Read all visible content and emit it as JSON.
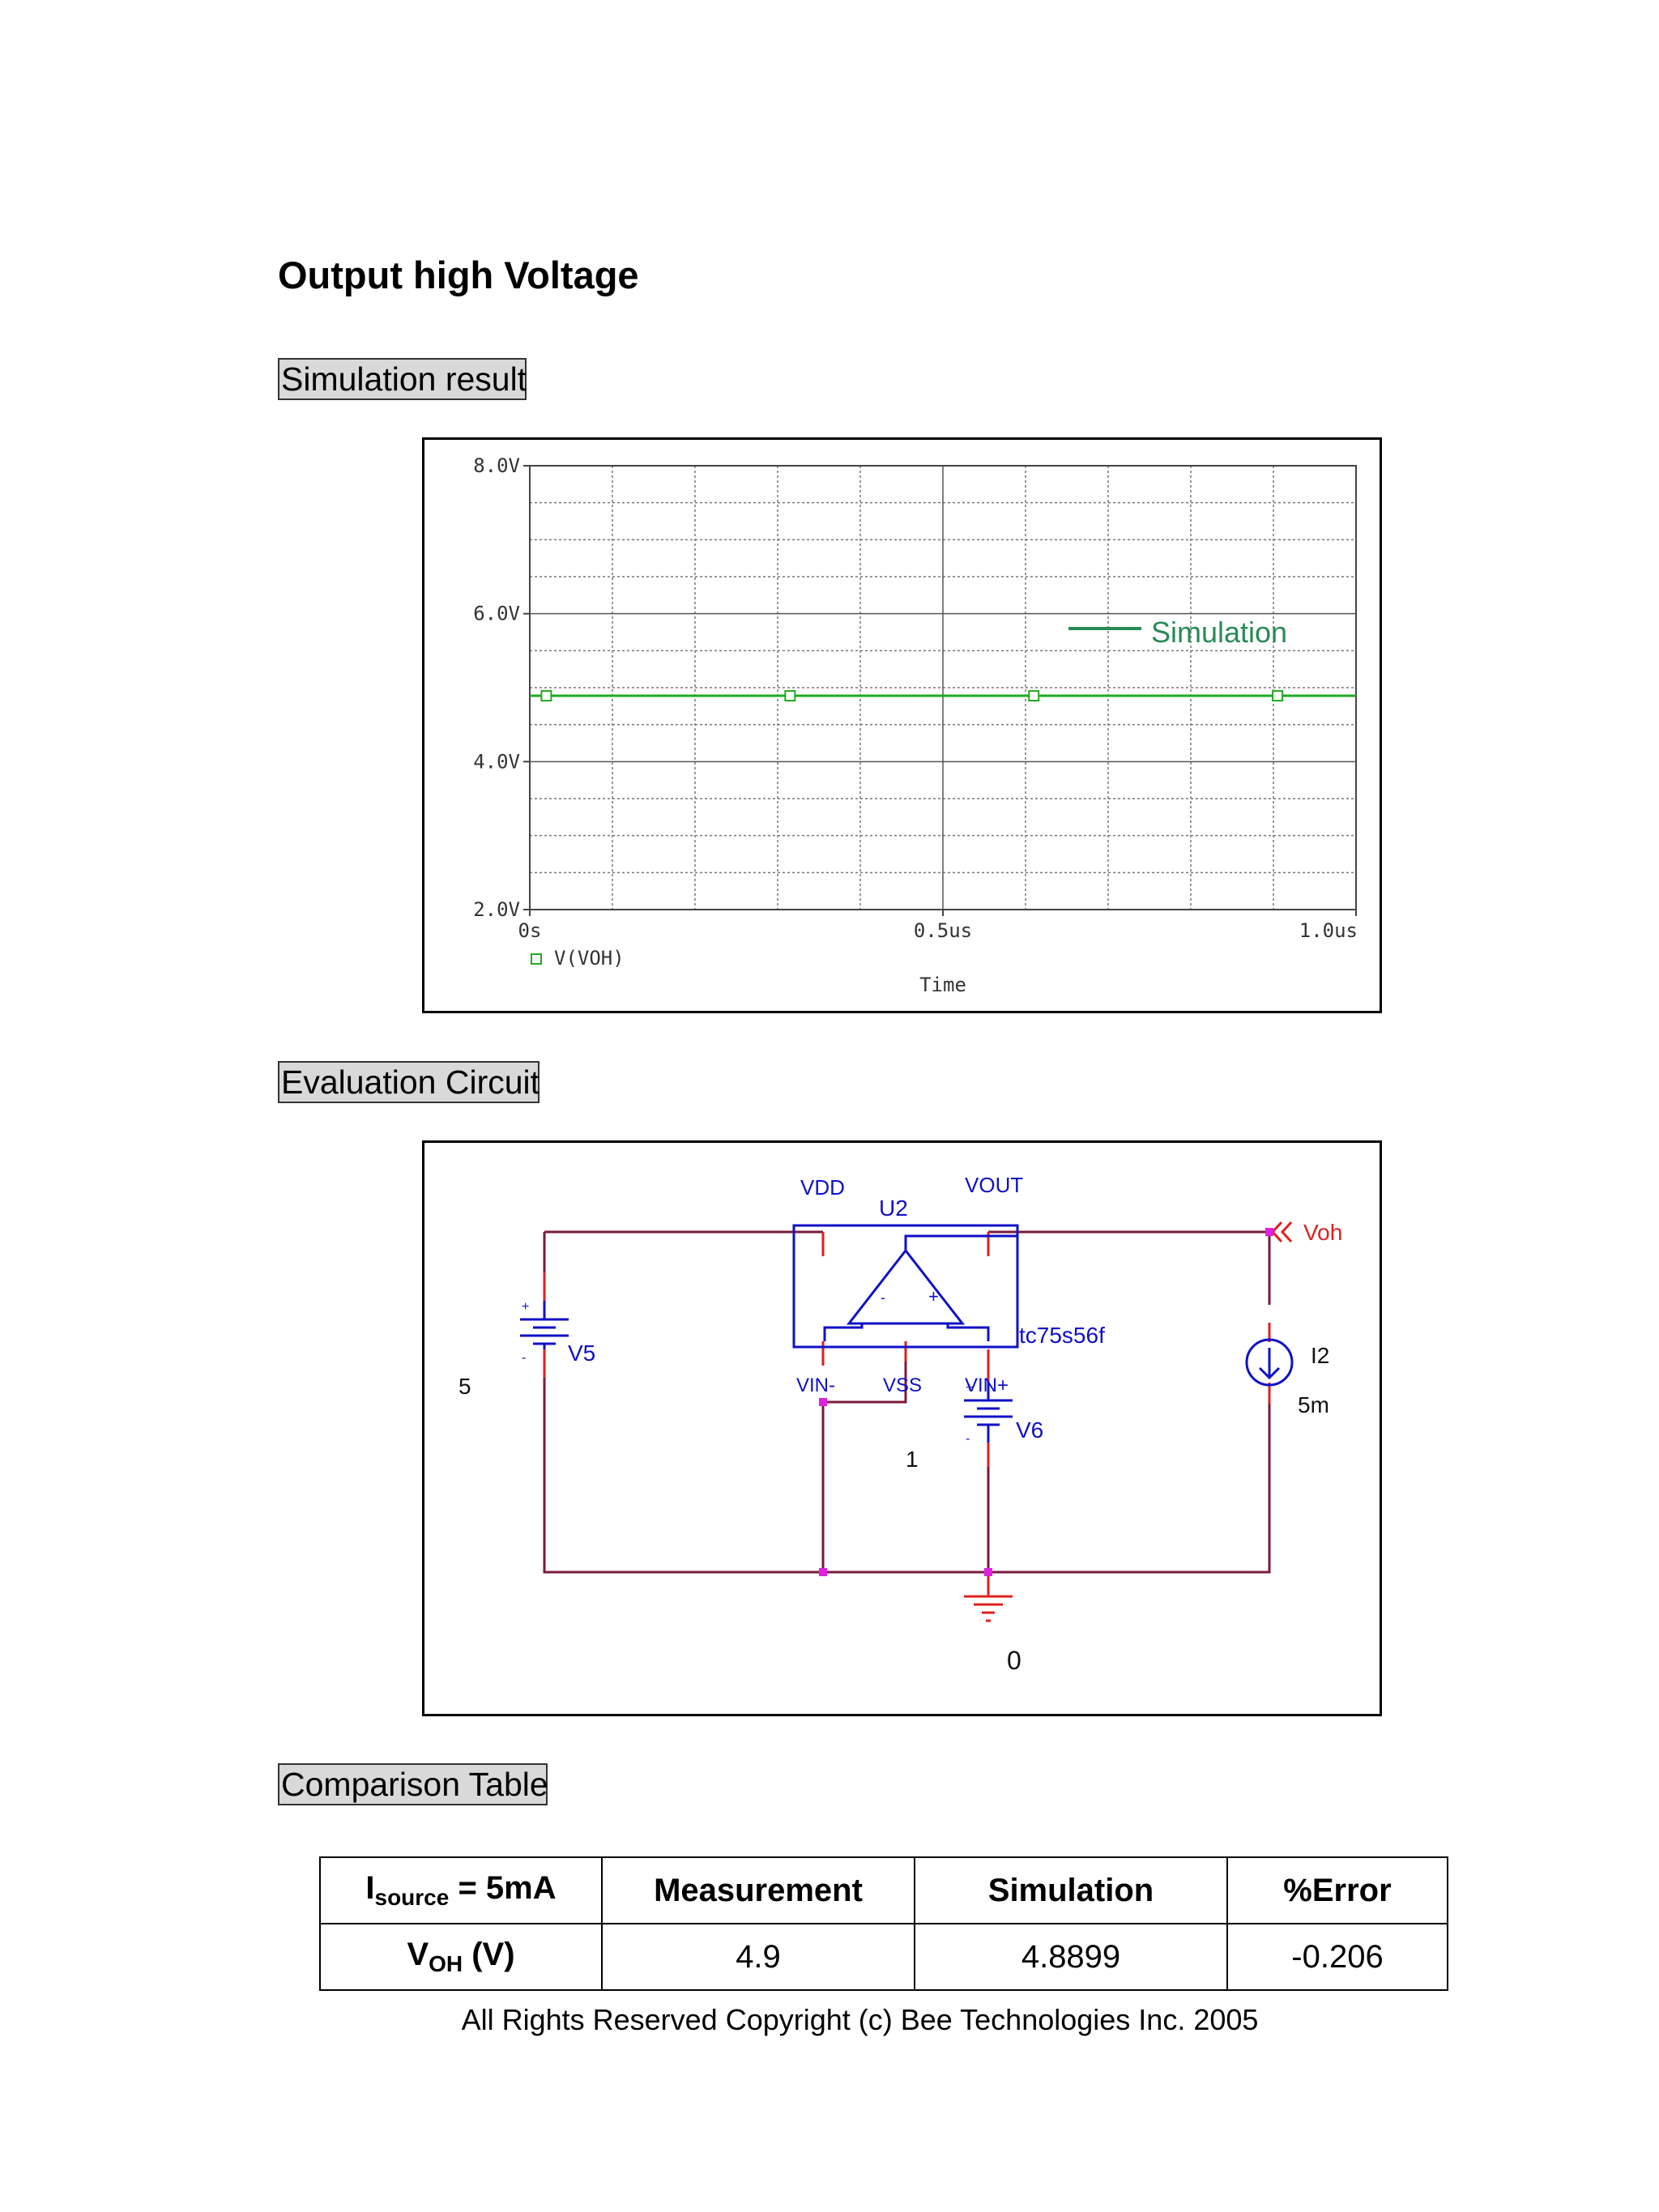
{
  "page_title": "Output high Voltage",
  "sections": {
    "simulation_result": "Simulation result",
    "evaluation_circuit": "Evaluation Circuit",
    "comparison_table": "Comparison Table"
  },
  "chart_data": {
    "type": "line",
    "xlabel": "Time",
    "x_tick_labels": [
      "0s",
      "0.5us",
      "1.0us"
    ],
    "y_tick_labels": [
      "8.0V",
      "6.0V",
      "4.0V",
      "2.0V"
    ],
    "xlim": [
      0,
      1.0
    ],
    "ylim": [
      2.0,
      8.0
    ],
    "x_unit": "us",
    "y_unit": "V",
    "grid": true,
    "legend": "top-right",
    "trace_label": "V(VOH)",
    "series": [
      {
        "name": "Simulation",
        "color": "#2a8a55",
        "x": [
          0,
          1.0
        ],
        "y": [
          4.89,
          4.89
        ]
      }
    ],
    "markers": {
      "color": "#22aa22",
      "x": [
        0.02,
        0.315,
        0.61,
        0.905
      ],
      "y": 4.89
    }
  },
  "circuit": {
    "labels": {
      "vdd": "VDD",
      "vout": "VOUT",
      "u2": "U2",
      "part": "tc75s56f",
      "vin_minus": "VIN-",
      "vss": "VSS",
      "vin_plus": "VIN+",
      "v5": "V5",
      "v5_value": "5",
      "v6": "V6",
      "v6_value": "1",
      "i2": "I2",
      "i2_value": "5m",
      "voh": "Voh",
      "ground": "0",
      "minus_sign": "-",
      "plus_sign": "+"
    },
    "colors": {
      "wire": "#7a1a3a",
      "component": "#1010c8",
      "marker": "#e020e0",
      "probe": "#e02020"
    }
  },
  "table": {
    "header": {
      "param_main": "I",
      "param_sub": "source",
      "param_rest": " = 5mA",
      "measurement": "Measurement",
      "simulation": "Simulation",
      "error": "%Error"
    },
    "row": {
      "param_main": "V",
      "param_sub": "OH",
      "param_rest": " (V)",
      "measurement": "4.9",
      "simulation": "4.8899",
      "error": "-0.206"
    }
  },
  "footer": "All Rights Reserved Copyright (c) Bee Technologies Inc. 2005"
}
